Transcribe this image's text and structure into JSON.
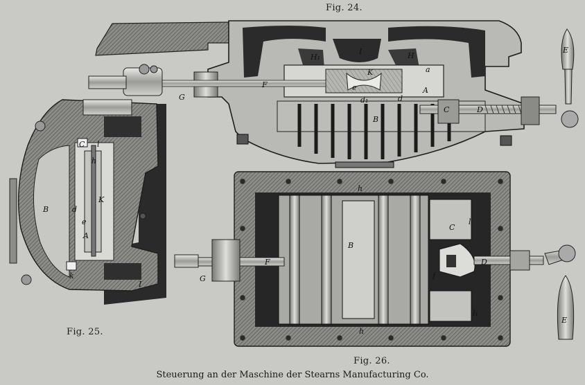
{
  "figures": {
    "fig24": {
      "title": "Fig. 24.",
      "labels": {
        "H1": "H₁",
        "I": "I",
        "H": "H",
        "a": "a",
        "e": "e",
        "K": "K",
        "d": "d",
        "d1": "d₁",
        "A": "A",
        "B": "B",
        "C": "C",
        "D": "D",
        "E": "E",
        "F": "F",
        "G": "G"
      }
    },
    "fig25": {
      "title": "Fig. 25.",
      "labels": {
        "C": "C",
        "l": "l",
        "h": "h",
        "B": "B",
        "d": "d",
        "K": "K",
        "e": "e",
        "A": "A",
        "I": "I",
        "k": "k"
      }
    },
    "fig26": {
      "title": "Fig. 26.",
      "labels": {
        "h_top": "h",
        "B": "B",
        "C": "C",
        "l": "l",
        "F": "F",
        "G": "G",
        "D": "D",
        "E": "E",
        "f": "f",
        "h_bottom": "h",
        "l1": "l₁"
      }
    }
  },
  "caption": "Steuerung an der Maschine der Stearns Manufacturing Co."
}
